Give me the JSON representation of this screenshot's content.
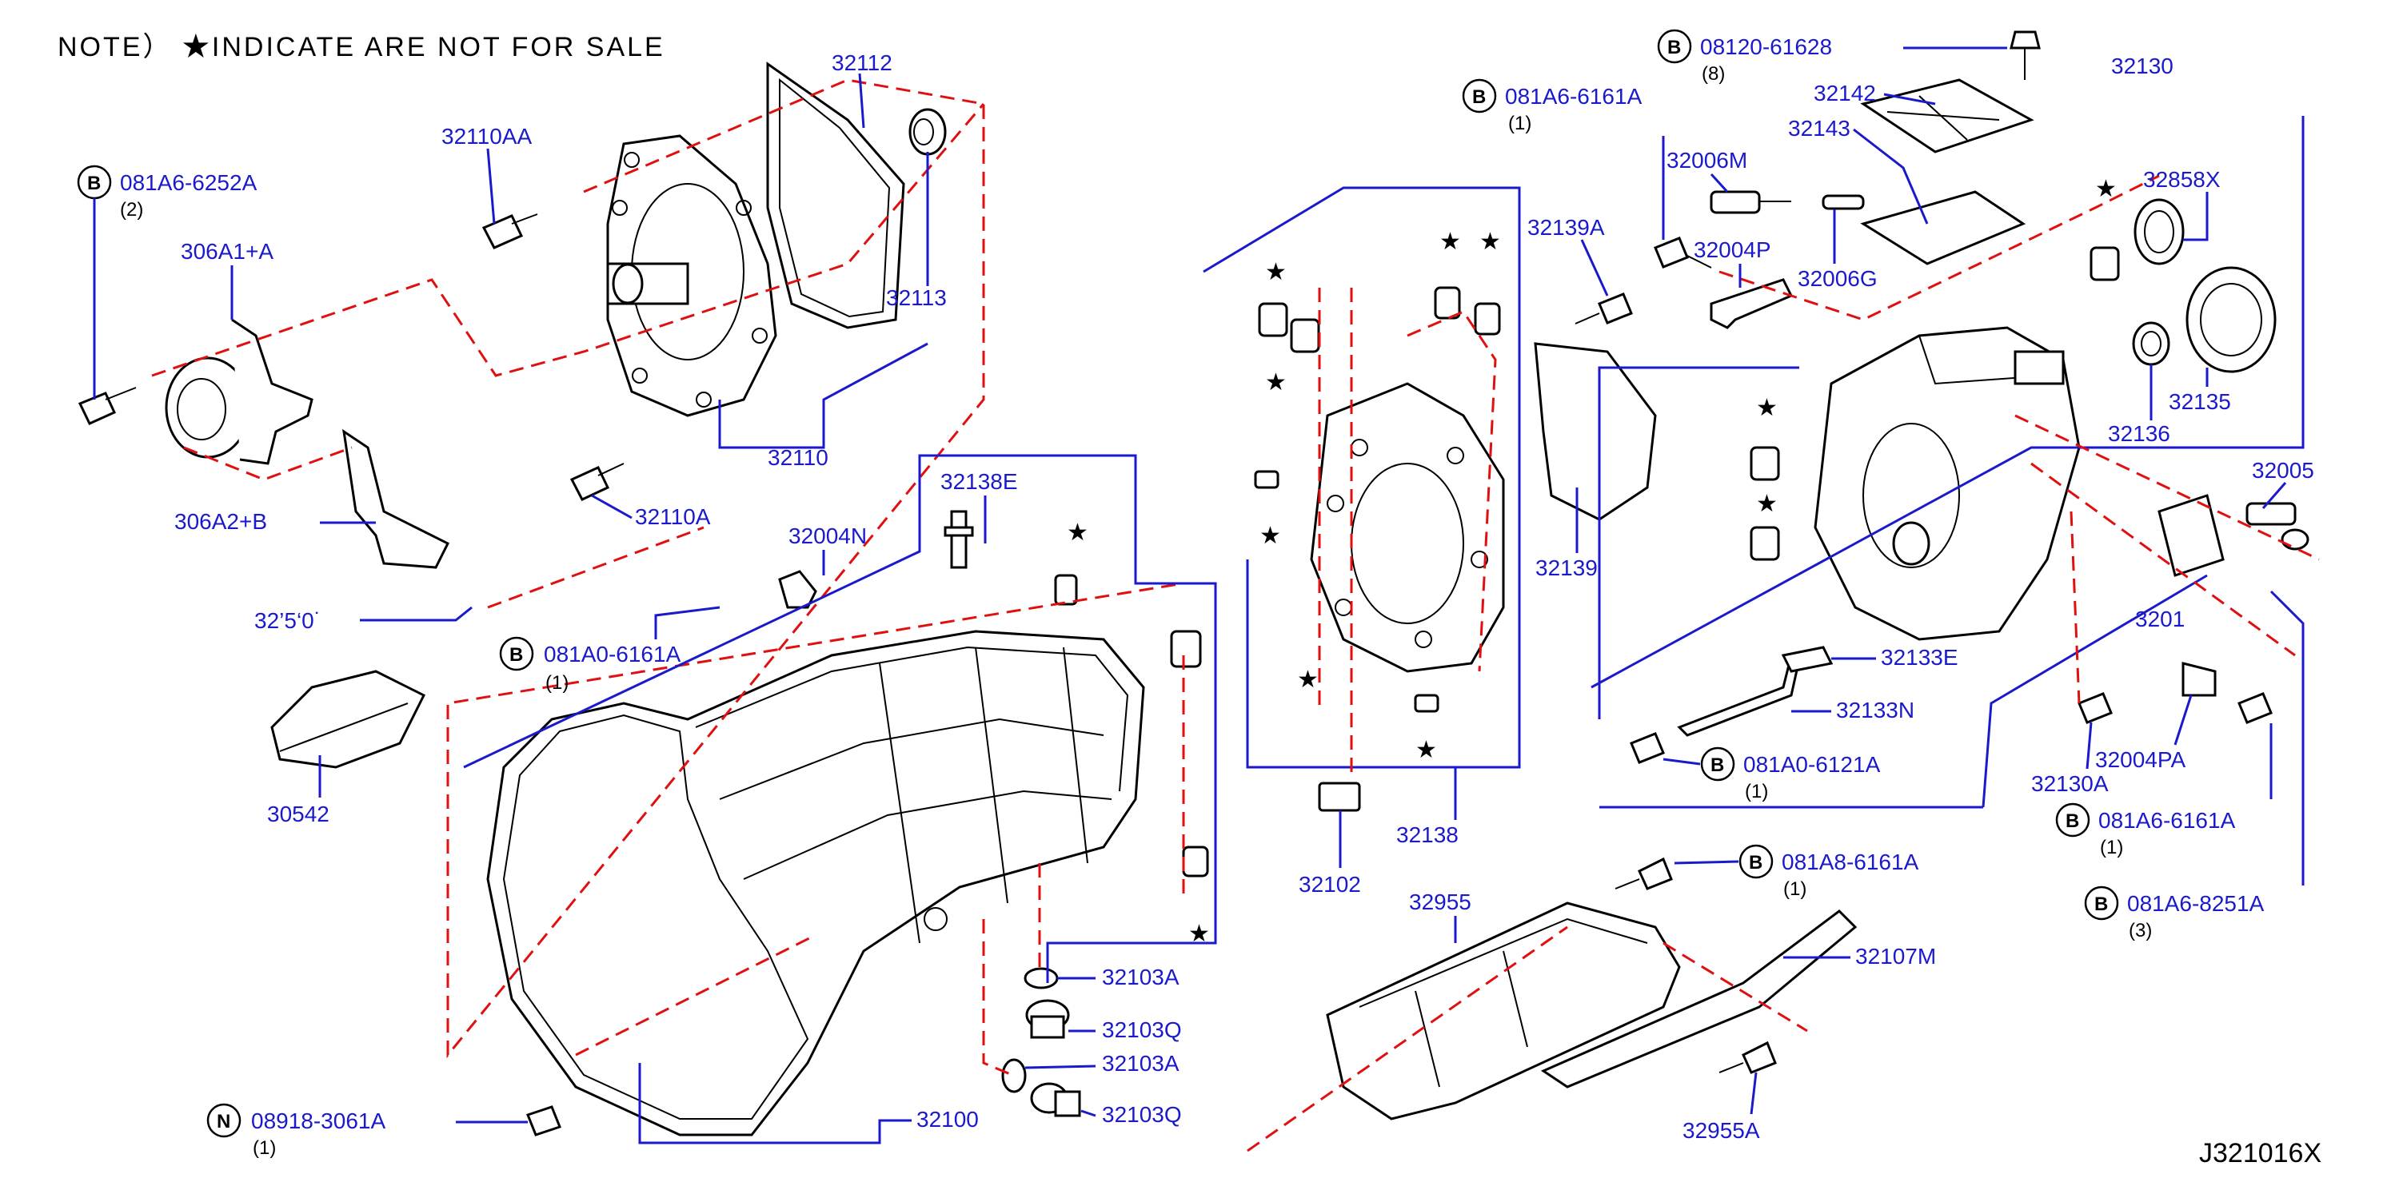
{
  "note": "NOTE） ★INDICATE ARE NOT FOR SALE",
  "diagram_code": "J321016X",
  "colors": {
    "label": "#1a1acc",
    "dashed_line": "#e01010",
    "part_outline": "#000000"
  },
  "labels": {
    "p32112": "32112",
    "p32110AA": "32110AA",
    "p32113": "32113",
    "p32110": "32110",
    "p32110A": "32110A",
    "p306A1A": "306A1+A",
    "p306A2B": "306A2+B",
    "p3250x": "32’5‘0˙",
    "p30542": "30542",
    "p32138E": "32138E",
    "p32004N": "32004N",
    "p32100": "32100",
    "p32103A_1": "32103A",
    "p32103Q_1": "32103Q",
    "p32103A_2": "32103A",
    "p32103Q_2": "32103Q",
    "p32138": "32138",
    "p32102": "32102",
    "p32139A": "32139A",
    "p32139": "32139",
    "p32006M": "32006M",
    "p32004P": "32004P",
    "p32006G": "32006G",
    "p32142": "32142",
    "p32143": "32143",
    "p32130": "32130",
    "p32858X": "32858X",
    "p32135": "32135",
    "p32136": "32136",
    "p32005": "32005",
    "p3201x": "3201",
    "p32133E": "32133E",
    "p32133N": "32133N",
    "p32130A": "32130A",
    "p32004PA": "32004PA",
    "p32955": "32955",
    "p32107M": "32107M",
    "p32955A": "32955A"
  },
  "badged": [
    {
      "key": "b1",
      "badge": "B",
      "code": "081A6-6252A",
      "qty": "(2)"
    },
    {
      "key": "b2",
      "badge": "B",
      "code": "081A0-6161A",
      "qty": "(1)"
    },
    {
      "key": "b3",
      "badge": "N",
      "code": "08918-3061A",
      "qty": "(1)"
    },
    {
      "key": "b4",
      "badge": "B",
      "code": "08120-61628",
      "qty": "(8)"
    },
    {
      "key": "b5",
      "badge": "B",
      "code": "081A6-6161A",
      "qty": "(1)"
    },
    {
      "key": "b6",
      "badge": "B",
      "code": "081A0-6121A",
      "qty": "(1)"
    },
    {
      "key": "b7",
      "badge": "B",
      "code": "081A8-6161A",
      "qty": "(1)"
    },
    {
      "key": "b8",
      "badge": "B",
      "code": "081A6-6161A",
      "qty": "(1)"
    },
    {
      "key": "b9",
      "badge": "B",
      "code": "081A6-8251A",
      "qty": "(3)"
    }
  ]
}
